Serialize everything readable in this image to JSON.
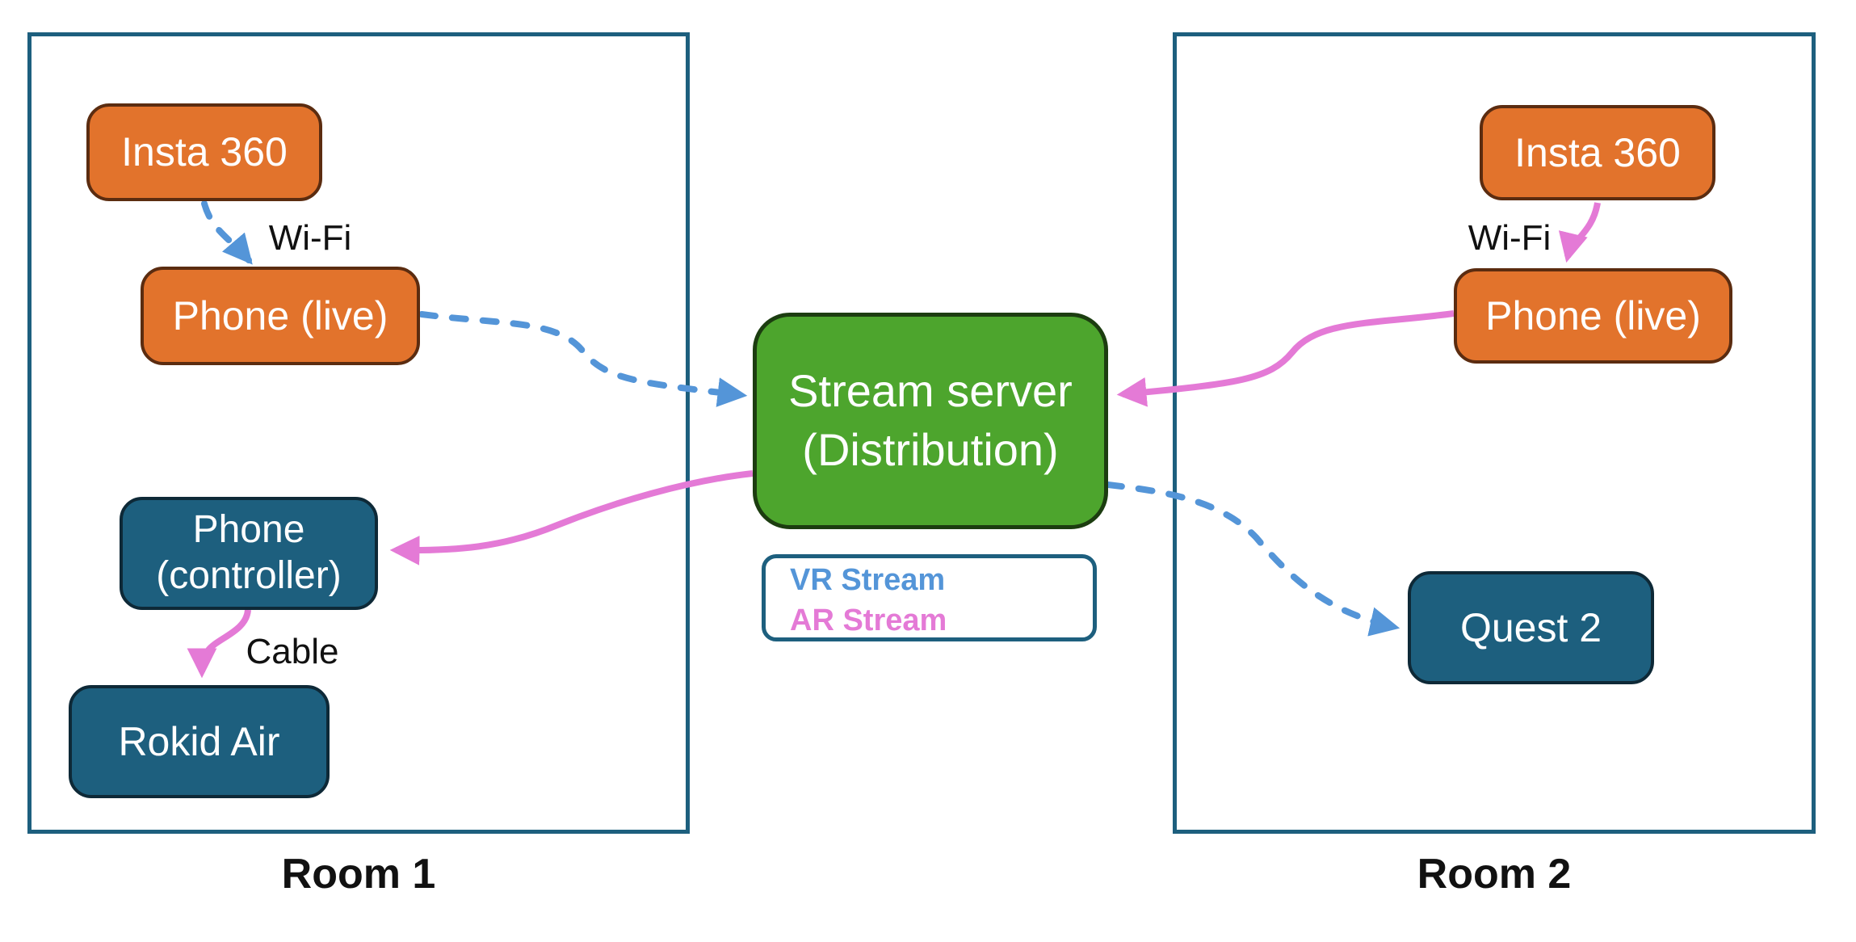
{
  "colors": {
    "orange": "#E2732C",
    "orange_border": "#5B2C10",
    "teal": "#1D5F7E",
    "teal_border": "#0E2937",
    "green": "#4DA52D",
    "green_border": "#1C3D10",
    "frame": "#1D5F7E",
    "blue": "#5495D8",
    "pink": "#E47AD6",
    "ink": "#111111",
    "node_text": "#FFFFFF"
  },
  "rooms": [
    {
      "label": "Room 1"
    },
    {
      "label": "Room 2"
    }
  ],
  "nodes": {
    "room1_insta360": {
      "label": "Insta 360"
    },
    "room1_phone_live": {
      "label": "Phone (live)"
    },
    "room1_phone_controller": {
      "line1": "Phone",
      "line2": "(controller)"
    },
    "room1_rokid_air": {
      "label": "Rokid Air"
    },
    "stream_server": {
      "line1": "Stream server",
      "line2": "(Distribution)"
    },
    "room2_insta360": {
      "label": "Insta 360"
    },
    "room2_phone_live": {
      "label": "Phone (live)"
    },
    "room2_quest2": {
      "label": "Quest 2"
    }
  },
  "edge_labels": {
    "wifi_room1": "Wi-Fi",
    "cable_room1": "Cable",
    "wifi_room2": "Wi-Fi"
  },
  "legend": {
    "vr": {
      "label": "VR Stream",
      "line_style": "dashed",
      "color": "#5495D8"
    },
    "ar": {
      "label": "AR Stream",
      "line_style": "solid",
      "color": "#E47AD6"
    }
  },
  "edges": [
    {
      "from": "Insta 360 (Room 1)",
      "to": "Phone (live) (Room 1)",
      "label": "Wi-Fi",
      "stream": "VR Stream",
      "style": "dashed-blue"
    },
    {
      "from": "Phone (live) (Room 1)",
      "to": "Stream server (Distribution)",
      "label": "",
      "stream": "VR Stream",
      "style": "dashed-blue"
    },
    {
      "from": "Stream server (Distribution)",
      "to": "Phone (controller) (Room 1)",
      "label": "",
      "stream": "AR Stream",
      "style": "solid-pink"
    },
    {
      "from": "Phone (controller) (Room 1)",
      "to": "Rokid Air (Room 1)",
      "label": "Cable",
      "stream": "AR Stream",
      "style": "solid-pink"
    },
    {
      "from": "Insta 360 (Room 2)",
      "to": "Phone (live) (Room 2)",
      "label": "Wi-Fi",
      "stream": "AR Stream",
      "style": "solid-pink"
    },
    {
      "from": "Phone (live) (Room 2)",
      "to": "Stream server (Distribution)",
      "label": "",
      "stream": "AR Stream",
      "style": "solid-pink"
    },
    {
      "from": "Stream server (Distribution)",
      "to": "Quest 2 (Room 2)",
      "label": "",
      "stream": "VR Stream",
      "style": "dashed-blue"
    }
  ]
}
